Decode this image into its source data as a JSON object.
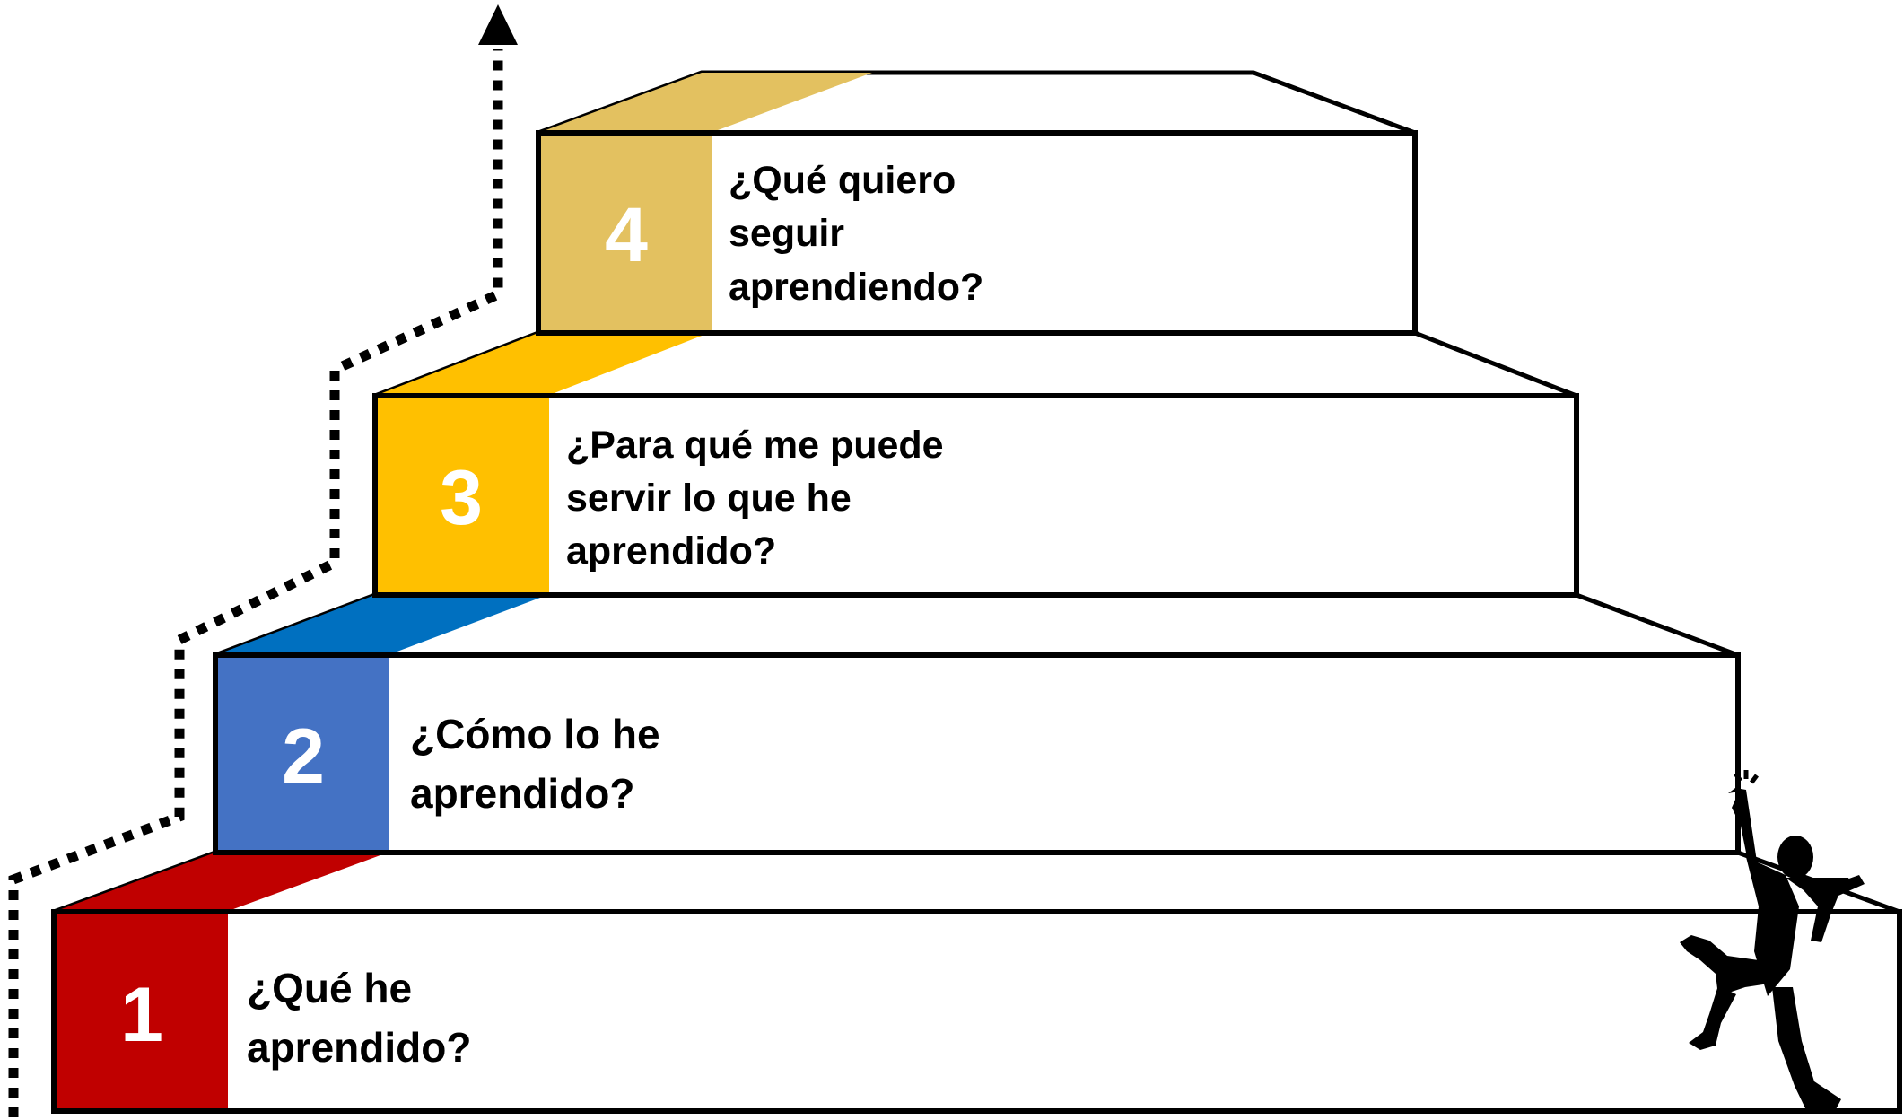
{
  "diagram": {
    "colors": {
      "outline": "#000000",
      "step_fill": "#ffffff",
      "number_text": "#ffffff",
      "label_text": "#000000"
    },
    "steps": [
      {
        "number": "1",
        "color": "#C00000",
        "lines": [
          "¿Qué he",
          "aprendido?"
        ]
      },
      {
        "number": "2",
        "color": "#4472C4",
        "top_color": "#0070C0",
        "lines": [
          "¿Cómo lo he",
          "aprendido?"
        ]
      },
      {
        "number": "3",
        "color": "#FFC000",
        "lines": [
          "¿Para qué me puede",
          "servir lo que he",
          "aprendido?"
        ]
      },
      {
        "number": "4",
        "color": "#E3C160",
        "lines": [
          "¿Qué quiero",
          "seguir",
          "aprendiendo?"
        ]
      }
    ],
    "path_arrow": {
      "style": "dotted",
      "direction": "up",
      "icon": "up-arrow-icon"
    },
    "climber": {
      "icon": "climber-silhouette-icon"
    }
  }
}
